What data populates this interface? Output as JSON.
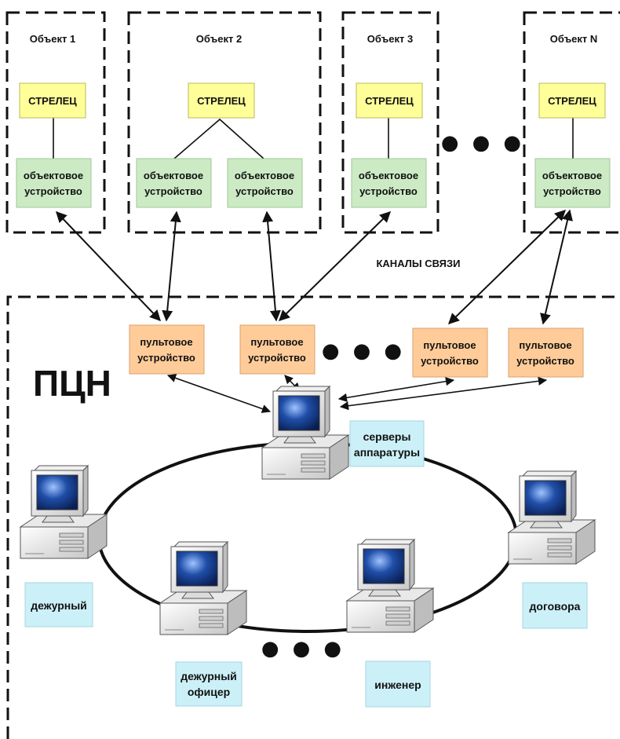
{
  "objects": [
    {
      "title": "Объект 1",
      "strelec": "СТРЕЛЕЦ",
      "devices": [
        [
          "объектовое",
          "устройство"
        ]
      ]
    },
    {
      "title": "Объект 2",
      "strelec": "СТРЕЛЕЦ",
      "devices": [
        [
          "объектовое",
          "устройство"
        ],
        [
          "объектовое",
          "устройство"
        ]
      ]
    },
    {
      "title": "Объект 3",
      "strelec": "СТРЕЛЕЦ",
      "devices": [
        [
          "объектовое",
          "устройство"
        ]
      ]
    },
    {
      "title": "Объект  N",
      "strelec": "СТРЕЛЕЦ",
      "devices": [
        [
          "объектовое",
          "устройство"
        ]
      ]
    }
  ],
  "channels_label": "КАНАЛЫ СВЯЗИ",
  "pcn_label": "ПЦН",
  "console_devices": [
    [
      "пультовое",
      "устройство"
    ],
    [
      "пультовое",
      "устройство"
    ],
    [
      "пультовое",
      "устройство"
    ],
    [
      "пультовое",
      "устройство"
    ]
  ],
  "ellipsis": "● ● ●",
  "workstations": {
    "server": [
      "серверы",
      "аппаратуры"
    ],
    "duty": [
      "дежурный"
    ],
    "contracts": [
      "договора"
    ],
    "duty_officer": [
      "дежурный",
      "офицер"
    ],
    "engineer": [
      "инженер"
    ]
  },
  "colors": {
    "strelec_fill": "#ffff99",
    "object_device_fill": "#ccebc5",
    "console_fill": "#ffcc99",
    "workstation_label_fill": "#ccf0f8",
    "dash": "#111111"
  }
}
